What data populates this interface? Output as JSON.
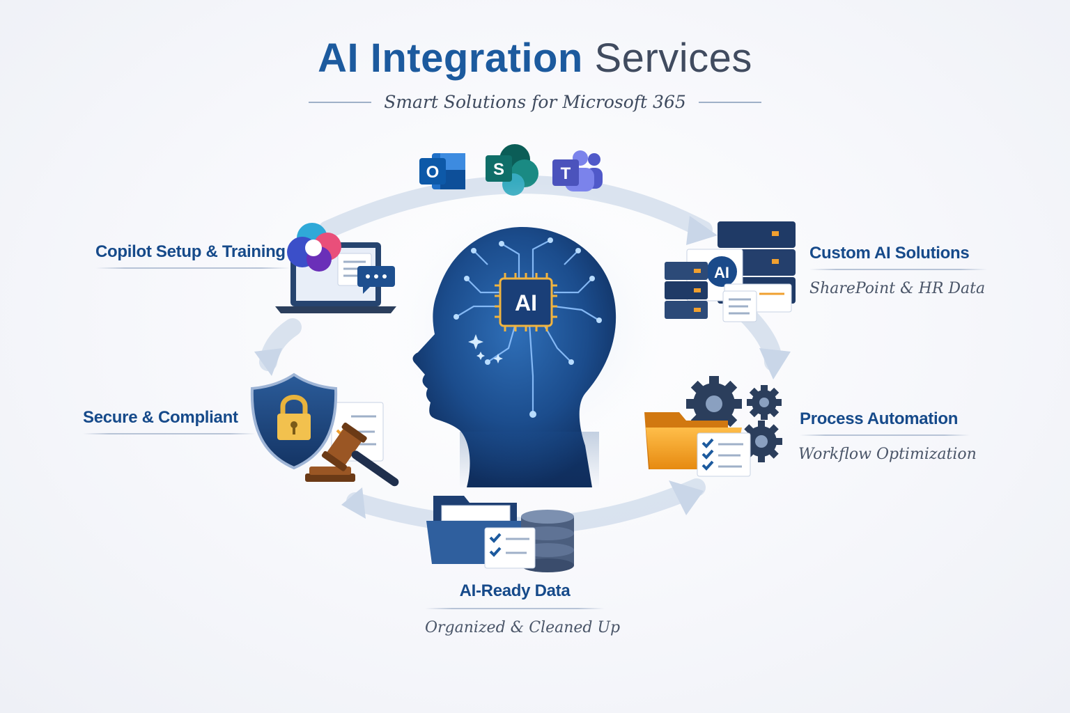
{
  "header": {
    "title_primary": "AI Integration",
    "title_secondary": "Services",
    "subtitle": "Smart Solutions for Microsoft 365"
  },
  "apps": {
    "outlook_letter": "O",
    "sharepoint_letter": "S",
    "teams_letter": "T"
  },
  "center": {
    "chip_label": "AI"
  },
  "services": [
    {
      "title": "Copilot Setup & Training",
      "subtitle": ""
    },
    {
      "title": "Custom AI Solutions",
      "subtitle": "SharePoint & HR Data"
    },
    {
      "title": "Process Automation",
      "subtitle": "Workflow Optimization"
    },
    {
      "title": "AI-Ready Data",
      "subtitle": "Organized & Cleaned Up"
    },
    {
      "title": "Secure & Compliant",
      "subtitle": ""
    }
  ],
  "server_chip_label": "AI",
  "colors": {
    "brand_blue": "#1c5a9e",
    "navy": "#164a8a",
    "gray_text": "#404b5f",
    "orange": "#f0a030",
    "gold": "#e8b33d"
  }
}
